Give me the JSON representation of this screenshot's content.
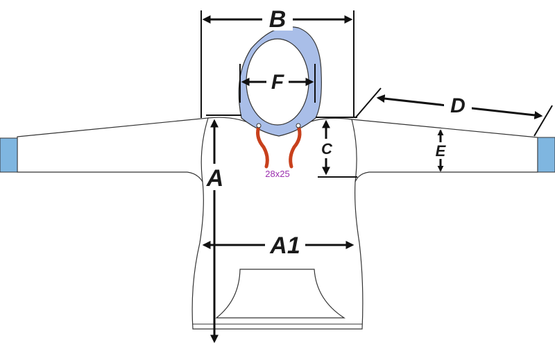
{
  "labels": {
    "a": "A",
    "a1": "A1",
    "b": "B",
    "c": "C",
    "d": "D",
    "e": "E",
    "f": "F"
  },
  "size_note": "28x25",
  "colors": {
    "hood": "#a9bee8",
    "cuff": "#7fb6e0",
    "drawstring": "#c8401c",
    "size_note": "#9b2fae",
    "outline": "#333333"
  }
}
